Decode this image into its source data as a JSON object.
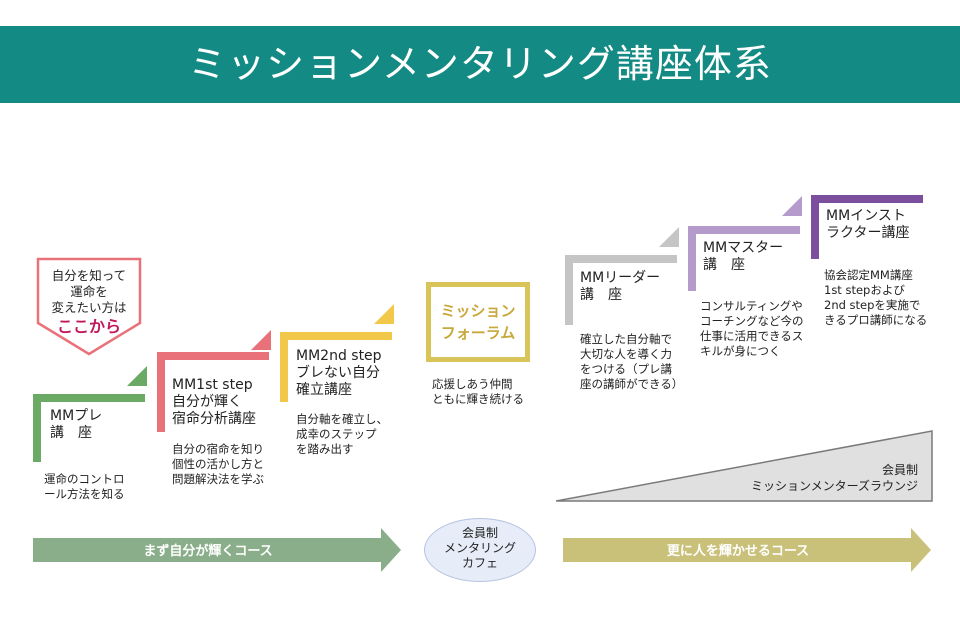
{
  "title": "ミッションメンタリング講座体系",
  "callout": {
    "lines": "自分を知って\n運命を\n変えたい方は",
    "emphasis": "ここから"
  },
  "steps": [
    {
      "label": "MMプレ\n講　座",
      "desc": "運命のコントロ\nール方法を知る",
      "color": "#6aaa64"
    },
    {
      "label": "MM1st step\n自分が輝く\n宿命分析講座",
      "desc": "自分の宿命を知り\n個性の活かし方と\n問題解決法を学ぶ",
      "color": "#e9727a"
    },
    {
      "label": "MM2nd step\nブレない自分\n確立講座",
      "desc": "自分軸を確立し、\n成幸のステップ\nを踏み出す",
      "color": "#f2c84b"
    },
    {
      "label": "MMリーダー\n講　座",
      "desc": "確立した自分軸で\n大切な人を導く力\nをつける（プレ講\n座の講師ができる）",
      "color": "#c5c5c5"
    },
    {
      "label": "MMマスター\n講　座",
      "desc": "コンサルティングや\nコーチングなど今の\n仕事に活用できるス\nキルが身につく",
      "color": "#b49bcb"
    },
    {
      "label": "MMインスト\nラクター講座",
      "desc": "協会認定MM講座\n1st stepおよび\n2nd stepを実施で\nきるプロ講師になる",
      "color": "#7b4f9e"
    }
  ],
  "forum": {
    "label": "ミッション\nフォーラム",
    "desc": "応援しあう仲間\nともに輝き続ける",
    "color": "#d9c45a"
  },
  "lounge": {
    "label": "会員制\nミッションメンターズラウンジ"
  },
  "cafe": {
    "label": "会員制\nメンタリング\nカフェ"
  },
  "courses": {
    "left": {
      "label": "まず自分が輝くコース",
      "color": "#8aae8a"
    },
    "right": {
      "label": "更に人を輝かせるコース",
      "color": "#c9c07a"
    }
  }
}
